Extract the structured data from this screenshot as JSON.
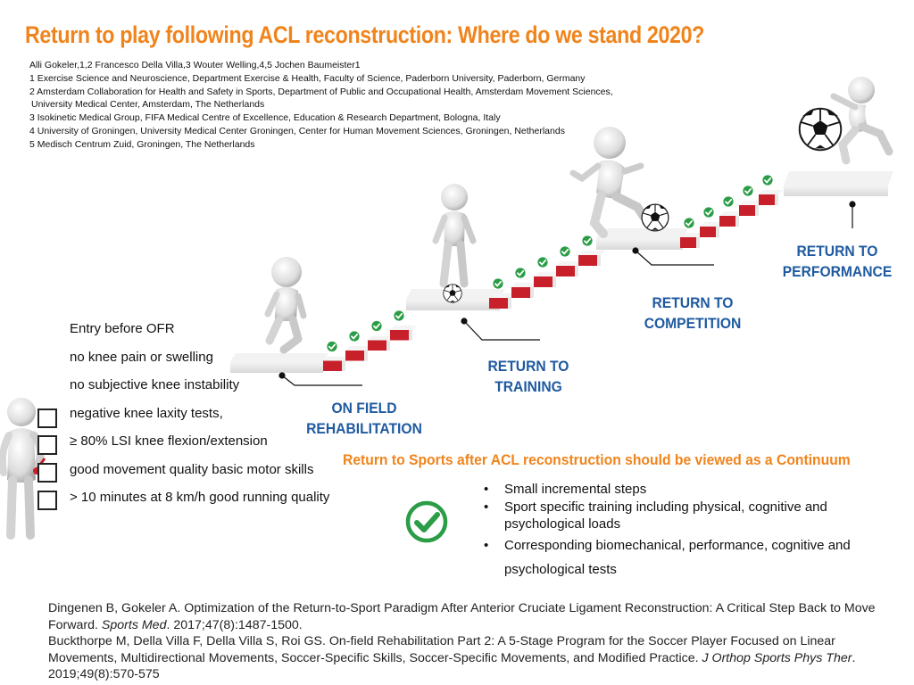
{
  "title": "Return to play following ACL reconstruction: Where do we stand 2020?",
  "authors": {
    "names": "Alli Gokeler,1,2 Francesco Della Villa,3 Wouter Welling,4,5 Jochen Baumeister1",
    "affiliations": [
      "1 Exercise Science and Neuroscience, Department Exercise & Health, Faculty of Science, Paderborn University, Paderborn, Germany",
      "2 Amsterdam Collaboration for Health and Safety in Sports, Department of Public and Occupational Health, Amsterdam Movement Sciences,",
      "University Medical Center, Amsterdam, The Netherlands",
      "3 Isokinetic Medical Group, FIFA Medical Centre of Excellence, Education & Research Department, Bologna, Italy",
      "4 University of Groningen, University Medical Center Groningen, Center for Human Movement Sciences, Groningen, Netherlands",
      "5 Medisch Centrum Zuid, Groningen, The Netherlands"
    ]
  },
  "stages": [
    {
      "line1": "ON FIELD",
      "line2": "REHABILITATION"
    },
    {
      "line1": "RETURN TO",
      "line2": "TRAINING"
    },
    {
      "line1": "RETURN TO",
      "line2": "COMPETITION"
    },
    {
      "line1": "RETURN TO",
      "line2": "PERFORMANCE"
    }
  ],
  "entry_criteria": [
    "Entry before OFR",
    "no knee pain or swelling",
    "no subjective knee instability",
    "negative knee laxity tests,",
    "≥ 80% LSI knee flexion/extension",
    "good movement quality basic motor skills",
    "> 10 minutes at 8 km/h good running quality"
  ],
  "continuum": {
    "heading": "Return to Sports after ACL reconstruction should be viewed as a Continuum",
    "bullets": [
      "Small incremental steps",
      "Sport specific training including physical, cognitive and psychological loads",
      "Corresponding biomechanical, performance, cognitive and psychological tests"
    ]
  },
  "references": [
    {
      "before": "Dingenen B, Gokeler A. Optimization of the Return-to-Sport Paradigm After Anterior Cruciate Ligament Reconstruction: A Critical Step Back to Move Forward. ",
      "journal": "Sports Med",
      "after": ". 2017;47(8):1487-1500."
    },
    {
      "before": "Buckthorpe M, Della Villa F, Della Villa S, Roi GS. On-field Rehabilitation Part 2: A 5-Stage Program for the Soccer Player Focused on Linear Movements, Multidirectional Movements, Soccer-Specific Skills, Soccer-Specific Movements, and Modified Practice. ",
      "journal": "J Orthop Sports Phys Ther",
      "after": ". 2019;49(8):570-575"
    }
  ],
  "colors": {
    "title": "#f0841c",
    "stage_label": "#1f5aa0",
    "step_riser": "#c8202b",
    "check_green": "#2a9d46",
    "platform": "#e9e9e9"
  },
  "icons": [
    "stick-figure-icon",
    "soccer-ball-icon",
    "green-check-icon",
    "checkbox-icon"
  ]
}
